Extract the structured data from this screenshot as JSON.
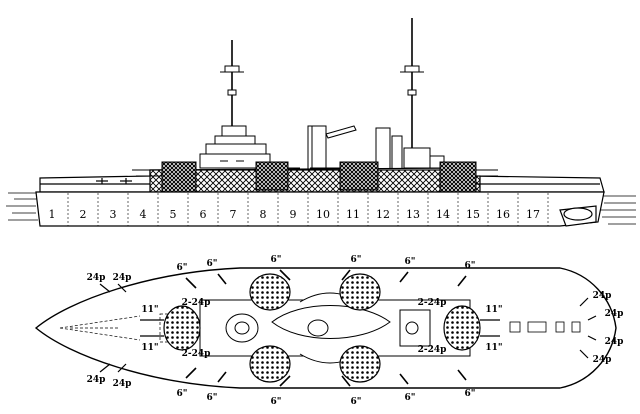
{
  "profile": {
    "compartments": [
      "1",
      "2",
      "3",
      "4",
      "5",
      "6",
      "7",
      "8",
      "9",
      "10",
      "11",
      "12",
      "13",
      "14",
      "15",
      "16",
      "17"
    ]
  },
  "plan": {
    "gun_labels": {
      "top_6": [
        "6\"",
        "6\"",
        "6\"",
        "6\"",
        "6\"",
        "6\""
      ],
      "bottom_6": [
        "6\"",
        "6\"",
        "6\"",
        "6\"",
        "6\"",
        "6\""
      ],
      "inner_11": [
        "11\"",
        "11\"",
        "11\"",
        "11\""
      ],
      "guns_24p": [
        "24p",
        "24p",
        "24p",
        "24p",
        "24p",
        "24p",
        "24p",
        "24p"
      ],
      "twin_24p": [
        "2-24p",
        "2-24p",
        "2-24p",
        "2-24p"
      ]
    }
  }
}
